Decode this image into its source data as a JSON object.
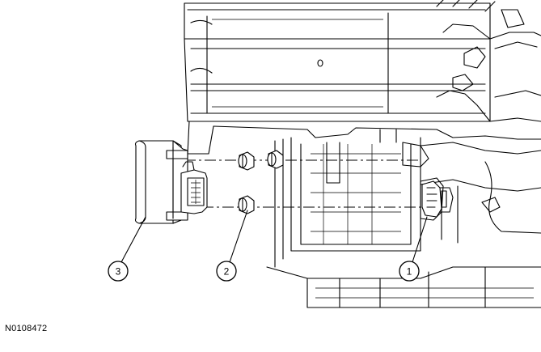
{
  "figure": {
    "id_label": "N0108472"
  },
  "callouts": [
    {
      "number": "1"
    },
    {
      "number": "2"
    },
    {
      "number": "3"
    }
  ]
}
